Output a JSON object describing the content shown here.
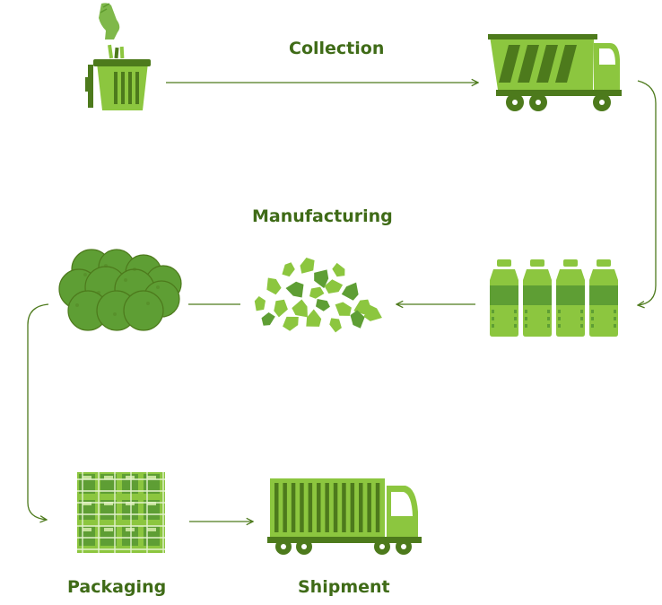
{
  "labels": {
    "collection": "Collection",
    "manufacturing": "Manufacturing",
    "packaging": "Packaging",
    "shipment": "Shipment"
  },
  "colors": {
    "light_green": "#8cc63f",
    "dark_green": "#4d7a1c",
    "text": "#3f6b17",
    "arrow": "#4d7a1c",
    "hand": "#7fb84a"
  },
  "icons": {
    "trash": "trash-bin-icon",
    "garbage_truck": "garbage-truck-icon",
    "bottles": "bottles-icon",
    "flakes": "plastic-flakes-icon",
    "pellets": "pellet-clusters-icon",
    "crate": "packaged-crate-icon",
    "shipping_truck": "shipping-truck-icon"
  }
}
